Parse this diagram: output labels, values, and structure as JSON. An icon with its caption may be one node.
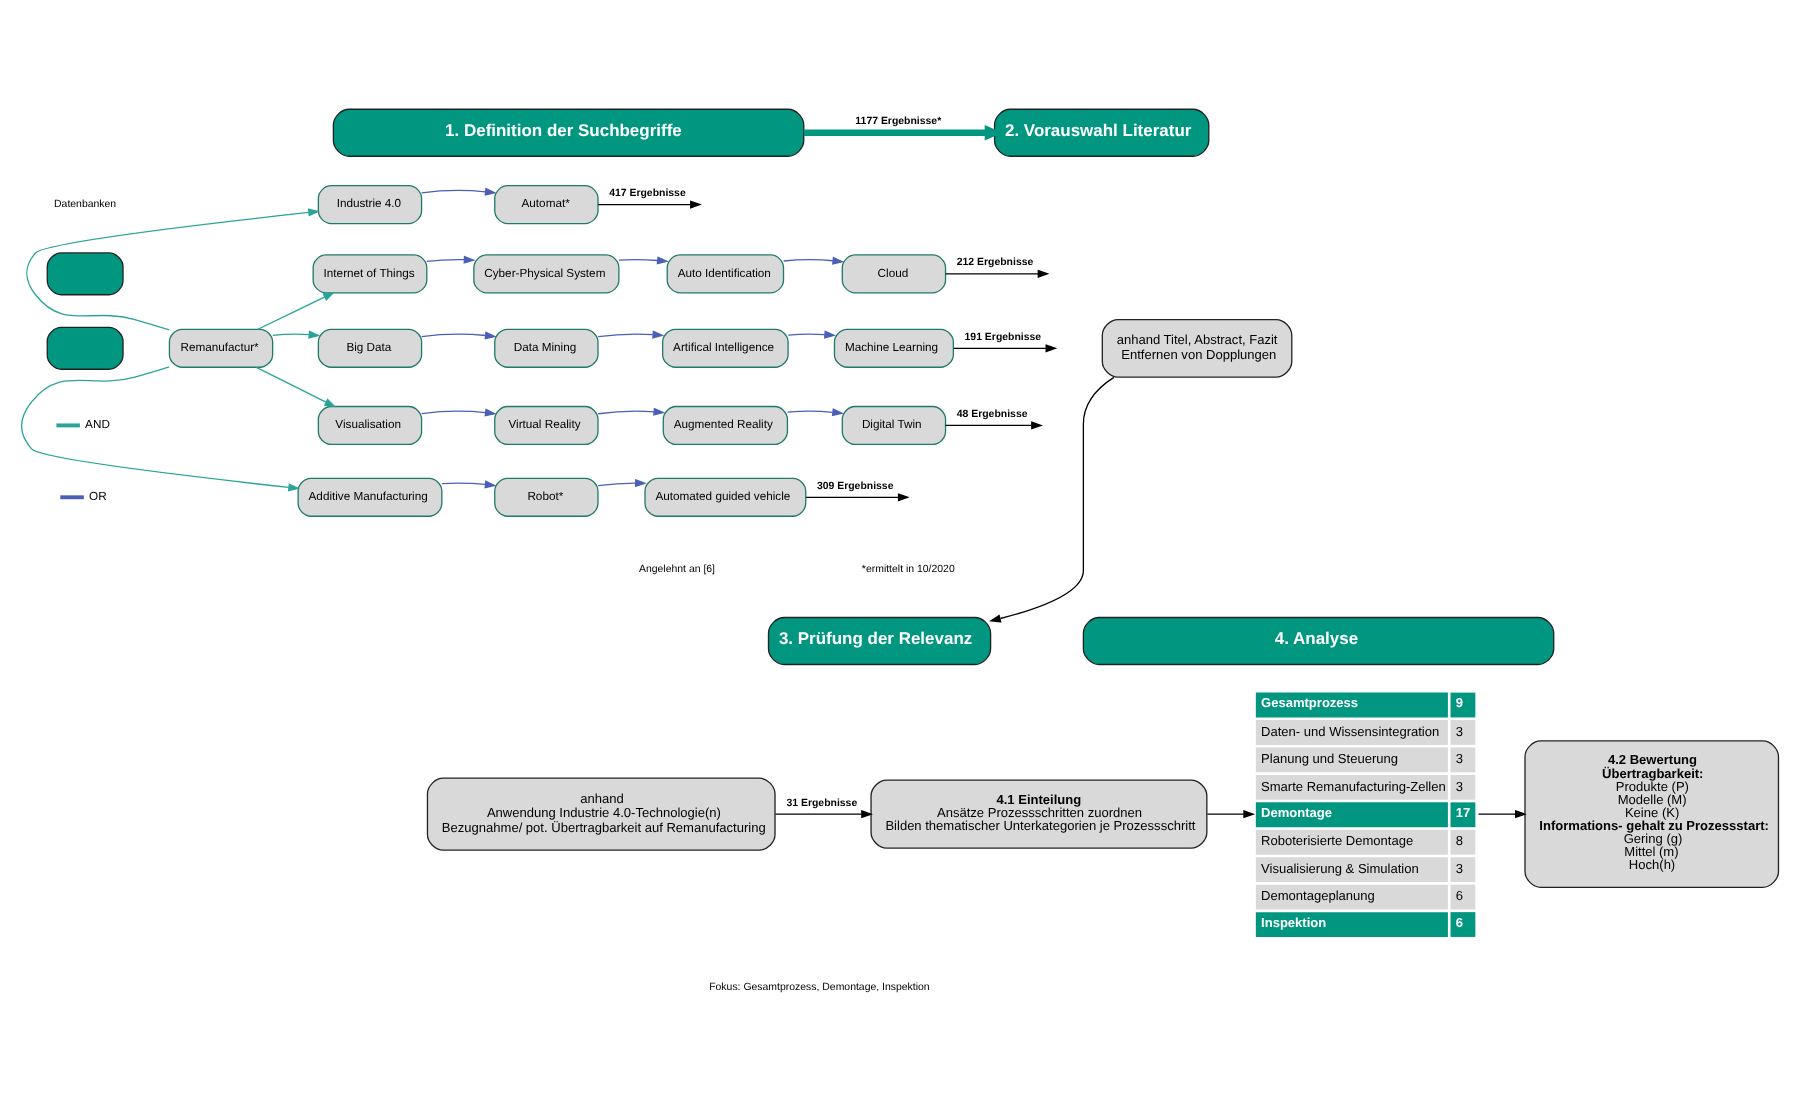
{
  "diagram": {
    "nodes": [
      {
        "text": [
          "1. Definition der Suchbegriffe"
        ]
      },
      {
        "text": [
          "2. Vorauswahl Literatur"
        ]
      },
      {
        "text": [],
        "shape": "box"
      },
      {
        "text": [],
        "shape": "box"
      },
      {
        "text": [
          "Remanufactur*"
        ]
      },
      {
        "text": [
          "Industrie 4.0"
        ]
      },
      {
        "text": [
          "Automat*"
        ]
      },
      {
        "text": [
          "Internet of Things"
        ]
      },
      {
        "text": [
          "Cyber-Physical System"
        ]
      },
      {
        "text": [
          "Auto Identification"
        ]
      },
      {
        "text": [
          "Cloud"
        ]
      },
      {
        "text": [
          "Big Data"
        ]
      },
      {
        "text": [
          "Data Mining"
        ]
      },
      {
        "text": [
          "Artifical Intelligence"
        ]
      },
      {
        "text": [
          "Machine Learning"
        ]
      },
      {
        "text": [
          "Visualisation"
        ]
      },
      {
        "text": [
          "Virtual Reality"
        ]
      },
      {
        "text": [
          "Augmented Reality"
        ]
      },
      {
        "text": [
          "Digital Twin"
        ]
      },
      {
        "text": [
          "Additive Manufacturing"
        ]
      },
      {
        "text": [
          "Robot*"
        ]
      },
      {
        "text": [
          "Automated guided vehicle"
        ]
      },
      {
        "text": [
          "anhand Titel, Abstract, Fazit",
          "Entfernen von Dopplungen"
        ]
      },
      {
        "text": [
          "3. Prüfung der Relevanz"
        ]
      },
      {
        "text": [
          "4. Analyse"
        ]
      },
      {
        "text": [
          "anhand",
          "Anwendung Industrie 4.0-Technologie(n)",
          "Bezugnahme/ pot. Übertragbarkeit auf Remanufacturing"
        ]
      },
      {
        "text": [
          "4.1 Einteilung",
          "Ansätze Prozessschritten zuordnen",
          "Bilden thematischer Unterkategorien je Prozessschritt"
        ]
      },
      {
        "text": [
          "Gesamtprozess",
          "9",
          "Daten- und Wissensintegration",
          "3",
          "Planung und Steuerung",
          "3",
          "Smarte Remanufacturing-Zellen",
          "3",
          "Demontage",
          "17",
          "Roboterisierte Demontage",
          "8",
          "Visualisierung & Simulation",
          "3",
          "Demontageplanung",
          "6",
          "Inspektion",
          "6"
        ]
      },
      {
        "text": [
          "4.2 Bewertung",
          "Übertragbarkeit:",
          "Produkte (P)",
          "Modelle (M)",
          "Keine (K)",
          "Informations- gehalt zu Prozessstart:",
          "Gering (g)",
          "Mittel (m)",
          "Hoch(h)"
        ]
      }
    ],
    "edges": [
      {
        "from": 0,
        "to": 1,
        "arrow": "to",
        "label": "1177 Ergebnisse*",
        "style": "thick",
        "color": "#009680"
      },
      {
        "from": 4,
        "to": 5,
        "arrow": "to",
        "color": "#2aa39a"
      },
      {
        "from": 4,
        "to": 7,
        "arrow": "to",
        "color": "#2aa39a"
      },
      {
        "from": 4,
        "to": 11,
        "arrow": "to",
        "color": "#2aa39a"
      },
      {
        "from": 4,
        "to": 15,
        "arrow": "to",
        "color": "#2aa39a"
      },
      {
        "from": 4,
        "to": 19,
        "arrow": "to",
        "color": "#2aa39a"
      },
      {
        "from": 5,
        "to": 6,
        "arrow": "to"
      },
      {
        "from": 7,
        "to": 8,
        "arrow": "to"
      },
      {
        "from": 8,
        "to": 9,
        "arrow": "to"
      },
      {
        "from": 9,
        "to": 10,
        "arrow": "to"
      },
      {
        "from": 11,
        "to": 12,
        "arrow": "to"
      },
      {
        "from": 12,
        "to": 13,
        "arrow": "to"
      },
      {
        "from": 13,
        "to": 14,
        "arrow": "to"
      },
      {
        "from": 15,
        "to": 16,
        "arrow": "to"
      },
      {
        "from": 16,
        "to": 17,
        "arrow": "to"
      },
      {
        "from": 17,
        "to": 18,
        "arrow": "to"
      },
      {
        "from": 19,
        "to": 20,
        "arrow": "to"
      },
      {
        "from": 20,
        "to": 21,
        "arrow": "to"
      },
      {
        "from": 6,
        "to": null,
        "arrow": "to",
        "label": "417 Ergebnisse",
        "color": "#000000"
      },
      {
        "from": 10,
        "to": null,
        "arrow": "to",
        "label": "212 Ergebnisse",
        "color": "#000000"
      },
      {
        "from": 14,
        "to": null,
        "arrow": "to",
        "label": "191 Ergebnisse",
        "color": "#000000"
      },
      {
        "from": 18,
        "to": null,
        "arrow": "to",
        "label": "48 Ergebnisse",
        "color": "#000000"
      },
      {
        "from": 21,
        "to": null,
        "arrow": "to",
        "label": "309 Ergebnisse",
        "color": "#000000"
      },
      {
        "from": 22,
        "to": 23,
        "arrow": "to",
        "color": "#000000"
      },
      {
        "from": 25,
        "to": 26,
        "arrow": "to",
        "label": "31 Ergebnisse",
        "color": "#000000"
      },
      {
        "from": 26,
        "to": 27,
        "arrow": "to",
        "color": "#000000"
      },
      {
        "from": 27,
        "to": 28,
        "arrow": "to",
        "color": "#000000"
      }
    ],
    "labels": [
      "Datenbanken",
      "Angelehnt an [6]",
      "*ermittelt in 10/2020",
      "Fokus: Gesamtprozess, Demontage, Inspektion"
    ],
    "legend": [
      {
        "text": "AND"
      },
      {
        "text": "OR"
      }
    ]
  }
}
